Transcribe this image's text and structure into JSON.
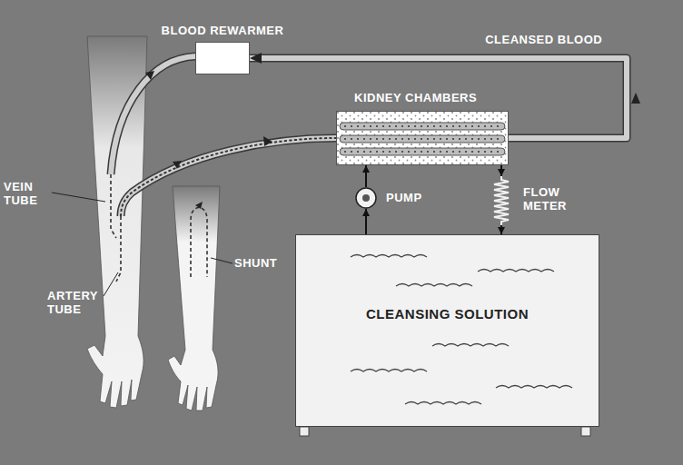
{
  "diagram": {
    "nodes": [
      {
        "text": [
          "BLOOD REWARMER"
        ]
      },
      {
        "text": [
          "KIDNEY CHAMBERS"
        ]
      },
      {
        "text": [
          "PUMP"
        ]
      },
      {
        "text": [
          "FLOW METER"
        ]
      },
      {
        "text": [
          "CLEANSING SOLUTION"
        ]
      }
    ],
    "edges": [
      {
        "from": 1,
        "to": 0,
        "arrow": "to",
        "label": "CLEANSED BLOOD"
      },
      {
        "from": 4,
        "to": 2,
        "arrow": "to"
      },
      {
        "from": 2,
        "to": 1,
        "arrow": "to"
      },
      {
        "from": 1,
        "to": 3,
        "arrow": "to"
      },
      {
        "from": 3,
        "to": 4,
        "arrow": "to"
      }
    ],
    "labels": [
      "VEIN TUBE",
      "ARTERY TUBE",
      "SHUNT"
    ]
  }
}
